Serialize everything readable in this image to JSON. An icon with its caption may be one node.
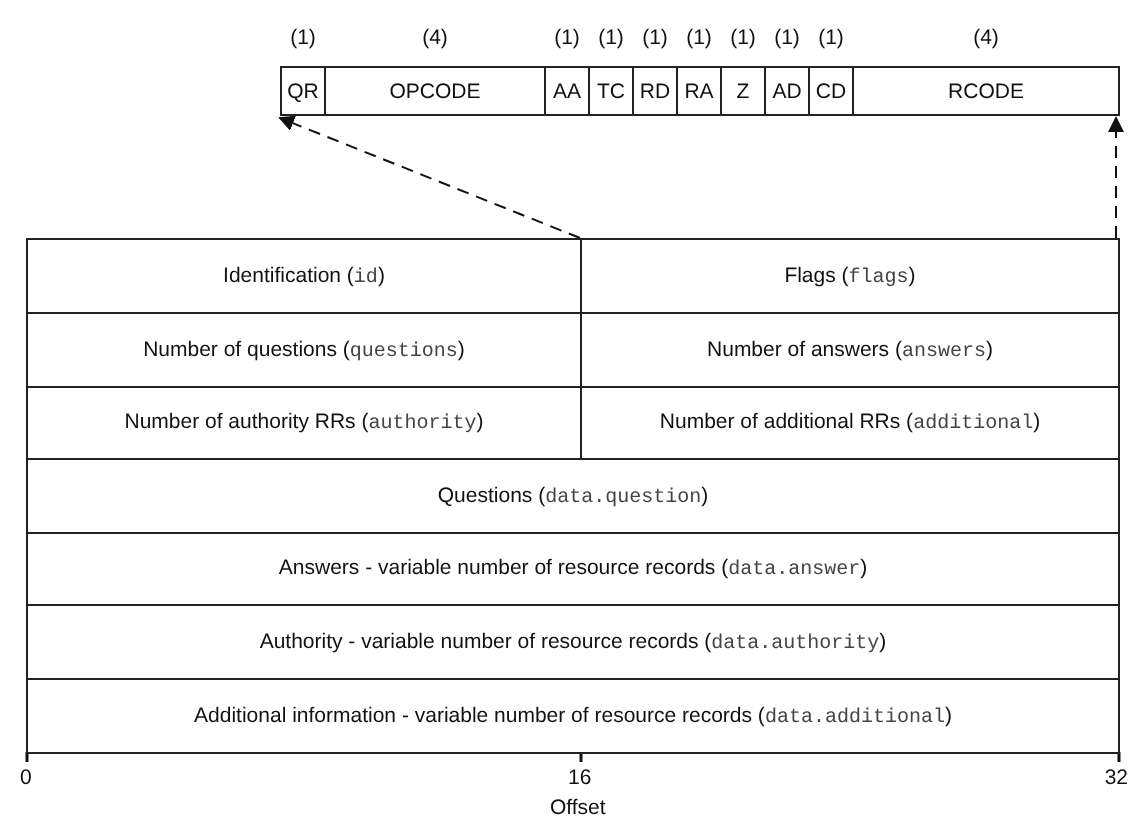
{
  "diagram": {
    "nodes": [
      {
        "text": [
          "QR"
        ],
        "beside": [
          "(1)"
        ]
      },
      {
        "text": [
          "OPCODE"
        ],
        "beside": [
          "(4)"
        ]
      },
      {
        "text": [
          "AA"
        ],
        "beside": [
          "(1)"
        ]
      },
      {
        "text": [
          "TC"
        ],
        "beside": [
          "(1)"
        ]
      },
      {
        "text": [
          "RD"
        ],
        "beside": [
          "(1)"
        ]
      },
      {
        "text": [
          "RA"
        ],
        "beside": [
          "(1)"
        ]
      },
      {
        "text": [
          "Z"
        ],
        "beside": [
          "(1)"
        ]
      },
      {
        "text": [
          "AD"
        ],
        "beside": [
          "(1)"
        ]
      },
      {
        "text": [
          "CD"
        ],
        "beside": [
          "(1)"
        ]
      },
      {
        "text": [
          "RCODE"
        ],
        "beside": [
          "(4)"
        ]
      },
      {
        "text": [
          "Identification (id)"
        ]
      },
      {
        "text": [
          "Flags (flags)"
        ]
      },
      {
        "text": [
          "Number of questions (questions)"
        ]
      },
      {
        "text": [
          "Number of answers (answers)"
        ]
      },
      {
        "text": [
          "Number of authority RRs (authority)"
        ]
      },
      {
        "text": [
          "Number of additional RRs (additional)"
        ]
      },
      {
        "text": [
          "Questions (data.question)"
        ]
      },
      {
        "text": [
          "Answers - variable number of resource records (data.answer)"
        ]
      },
      {
        "text": [
          "Authority - variable number of resource records (data.authority)"
        ]
      },
      {
        "text": [
          "Additional information - variable number of resource records (data.additional)"
        ]
      }
    ],
    "edges": [
      {
        "from": 11,
        "to": 0,
        "arrow": "to",
        "style": "dashed"
      },
      {
        "from": 11,
        "to": 9,
        "arrow": "to",
        "style": "dashed"
      }
    ],
    "labels": [
      "0",
      "16",
      "32",
      "Offset"
    ]
  }
}
